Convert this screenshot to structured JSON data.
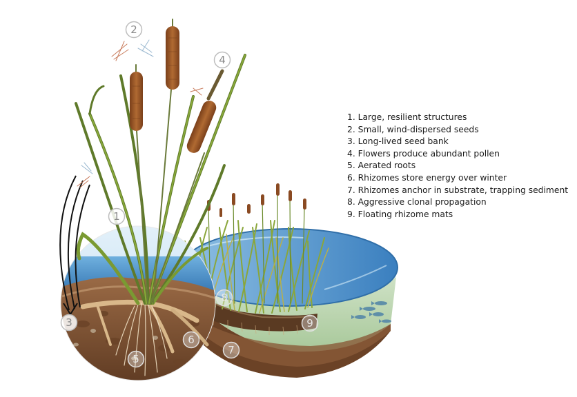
{
  "markers": [
    {
      "id": "1",
      "label": "1"
    },
    {
      "id": "2",
      "label": "2"
    },
    {
      "id": "3",
      "label": "3"
    },
    {
      "id": "4",
      "label": "4"
    },
    {
      "id": "5",
      "label": "5"
    },
    {
      "id": "6",
      "label": "6"
    },
    {
      "id": "7",
      "label": "7"
    },
    {
      "id": "8",
      "label": "8"
    },
    {
      "id": "9",
      "label": "9"
    }
  ],
  "legend": [
    "1. Large, resilient structures",
    "2. Small, wind-dispersed seeds",
    "3. Long-lived seed bank",
    "4. Flowers produce abundant pollen",
    "5. Aerated roots",
    "6. Rhizomes store energy over winter",
    "7. Rhizomes anchor in substrate, trapping sediment",
    "8. Aggressive clonal propagation",
    "9. Floating rhizome mats"
  ],
  "colors": {
    "water": "#4a8fc9",
    "sky": "#cfe6f4",
    "soil": "#8a5a3a",
    "reed": "#7d9a3a",
    "cattail_head": "#9a5a2a",
    "mat": "#5a3a22",
    "fish": "#5f8fa8"
  }
}
